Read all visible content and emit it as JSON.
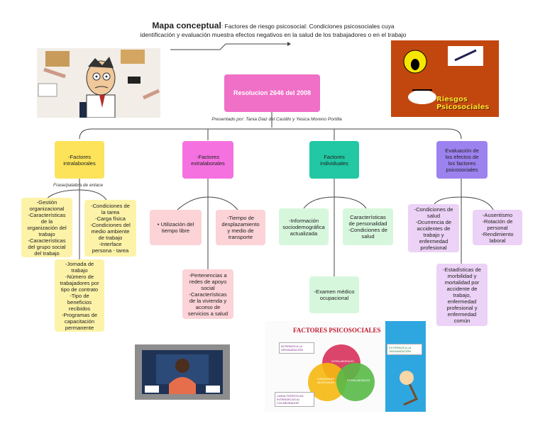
{
  "title": {
    "main": "Mapa conceptual",
    "rest_line1": ": Factores de riesgo psicosocial: Condiciones psicosociales cuya",
    "line2": "identificación y evaluación muestra efectos negativos en la salud de los trabajadores o en el trabajo"
  },
  "root": "Resolucion 2646 del 2008",
  "presented_by": "Presentado por: Tania Diaz del Castillo y Yesica Moreno Portilla",
  "link_label": "Frase/palabra de enlace",
  "categories": {
    "intralaborales": "-Factores\nintralaborales",
    "extralaborales": "-Factores\nextralaborales",
    "individuales": "Factores\nindividuales",
    "evaluacion": "Evaluación de\nlos efectos de\nlos factores\npsicosociales"
  },
  "intra": {
    "box1": "-Gestión\norganizacional\n-Características\nde la\norganización del\ntrabajo\n-Características\ndel grupo social\ndel trabajo",
    "box2": "-Condiciones de\nla tarea\n-Carga física\n-Condiciones del\nmedio ambiente\nde trabajo\n-Interface\npersona - tarea",
    "box3": "-Jornada de\ntrabajo\n-Número de\ntrabajadores por\ntipo de contrato\n-Tipo de\nbeneficios\nrecibidos\n-Programas de\ncapacitación\npermanente"
  },
  "extra": {
    "box1": "• Utilización del\ntiempo libre",
    "box2": "-Tiempo de\ndesplazamiento\ny medio de\ntransporte",
    "box3": "-Pertenencias a\nredes de apoyo\nsocial\n-Características\nde la vivienda y\nacceso de\nservicios a salud"
  },
  "indiv": {
    "box1": "-Información\nsociodemográfica\nactualizada",
    "box2": "Características\nde personalidad\n-Condiciones de\nsalud",
    "box3": "-Examen médico\nocupacional"
  },
  "eval": {
    "box1": "-Condiciones de\nsalud\n-Ocurrencia de\naccidentes de\ntrabajo y\nenfermedad\nprofesional",
    "box2": "-Ausentismo\n-Rotación de\npersonal\n-Rendimiento\nlaboral",
    "box3": "-Estadísticas de\nmorbilidad y\nmortalidad por\naccidente de\ntrabajo,\nenfermedad\nprofesional y\nenfermedad\ncomún"
  },
  "infographic": {
    "title": "FACTORES PSICOSOCIALES",
    "internos": "INTERNOS A LA\nORGANIZACIÓN",
    "externos": "EXTERNOS A LA\nORGANIZACIÓN",
    "caracteristicas": "CARACTERÍSTICAS\nINTRÍNSECAS AL\nCOLABORADOR",
    "intralaborales": "INTRALABORALES",
    "extralaborales": "EXTRALABORALES",
    "individuales": "CONDICIONES\nINDIVIDUALES"
  },
  "right_image_text": "Riesgos Psicosociales",
  "colors": {
    "root": "#f06fc7",
    "intra": "#fce35a",
    "extra": "#f571e0",
    "indiv": "#21c8a3",
    "eval": "#9c82ef"
  }
}
